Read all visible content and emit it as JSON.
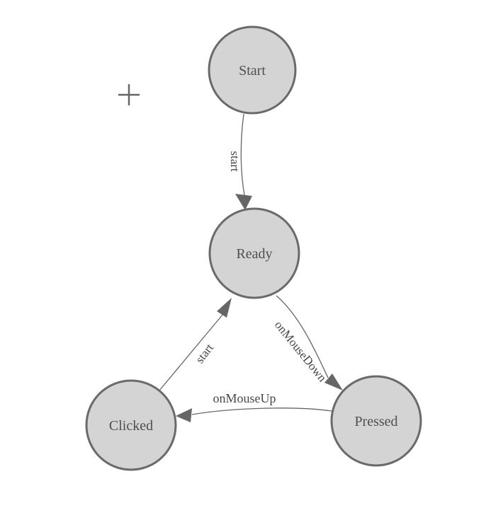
{
  "diagram": {
    "type": "state-machine",
    "nodes": [
      {
        "id": "start",
        "label": "Start"
      },
      {
        "id": "ready",
        "label": "Ready"
      },
      {
        "id": "clicked",
        "label": "Clicked"
      },
      {
        "id": "pressed",
        "label": "Pressed"
      }
    ],
    "edges": [
      {
        "from": "start",
        "to": "ready",
        "label": "start"
      },
      {
        "from": "clicked",
        "to": "ready",
        "label": "start"
      },
      {
        "from": "ready",
        "to": "pressed",
        "label": "onMouseDown"
      },
      {
        "from": "pressed",
        "to": "clicked",
        "label": "onMouseUp"
      }
    ],
    "colors": {
      "node_fill": "#d4d4d4",
      "node_stroke": "#6a6a6a",
      "edge_stroke": "#666666",
      "node_text": "#4f4f4f",
      "edge_text": "#45454c",
      "background": "#ffffff"
    }
  },
  "cursor": {
    "name": "crosshair-plus",
    "color": "#666666"
  }
}
